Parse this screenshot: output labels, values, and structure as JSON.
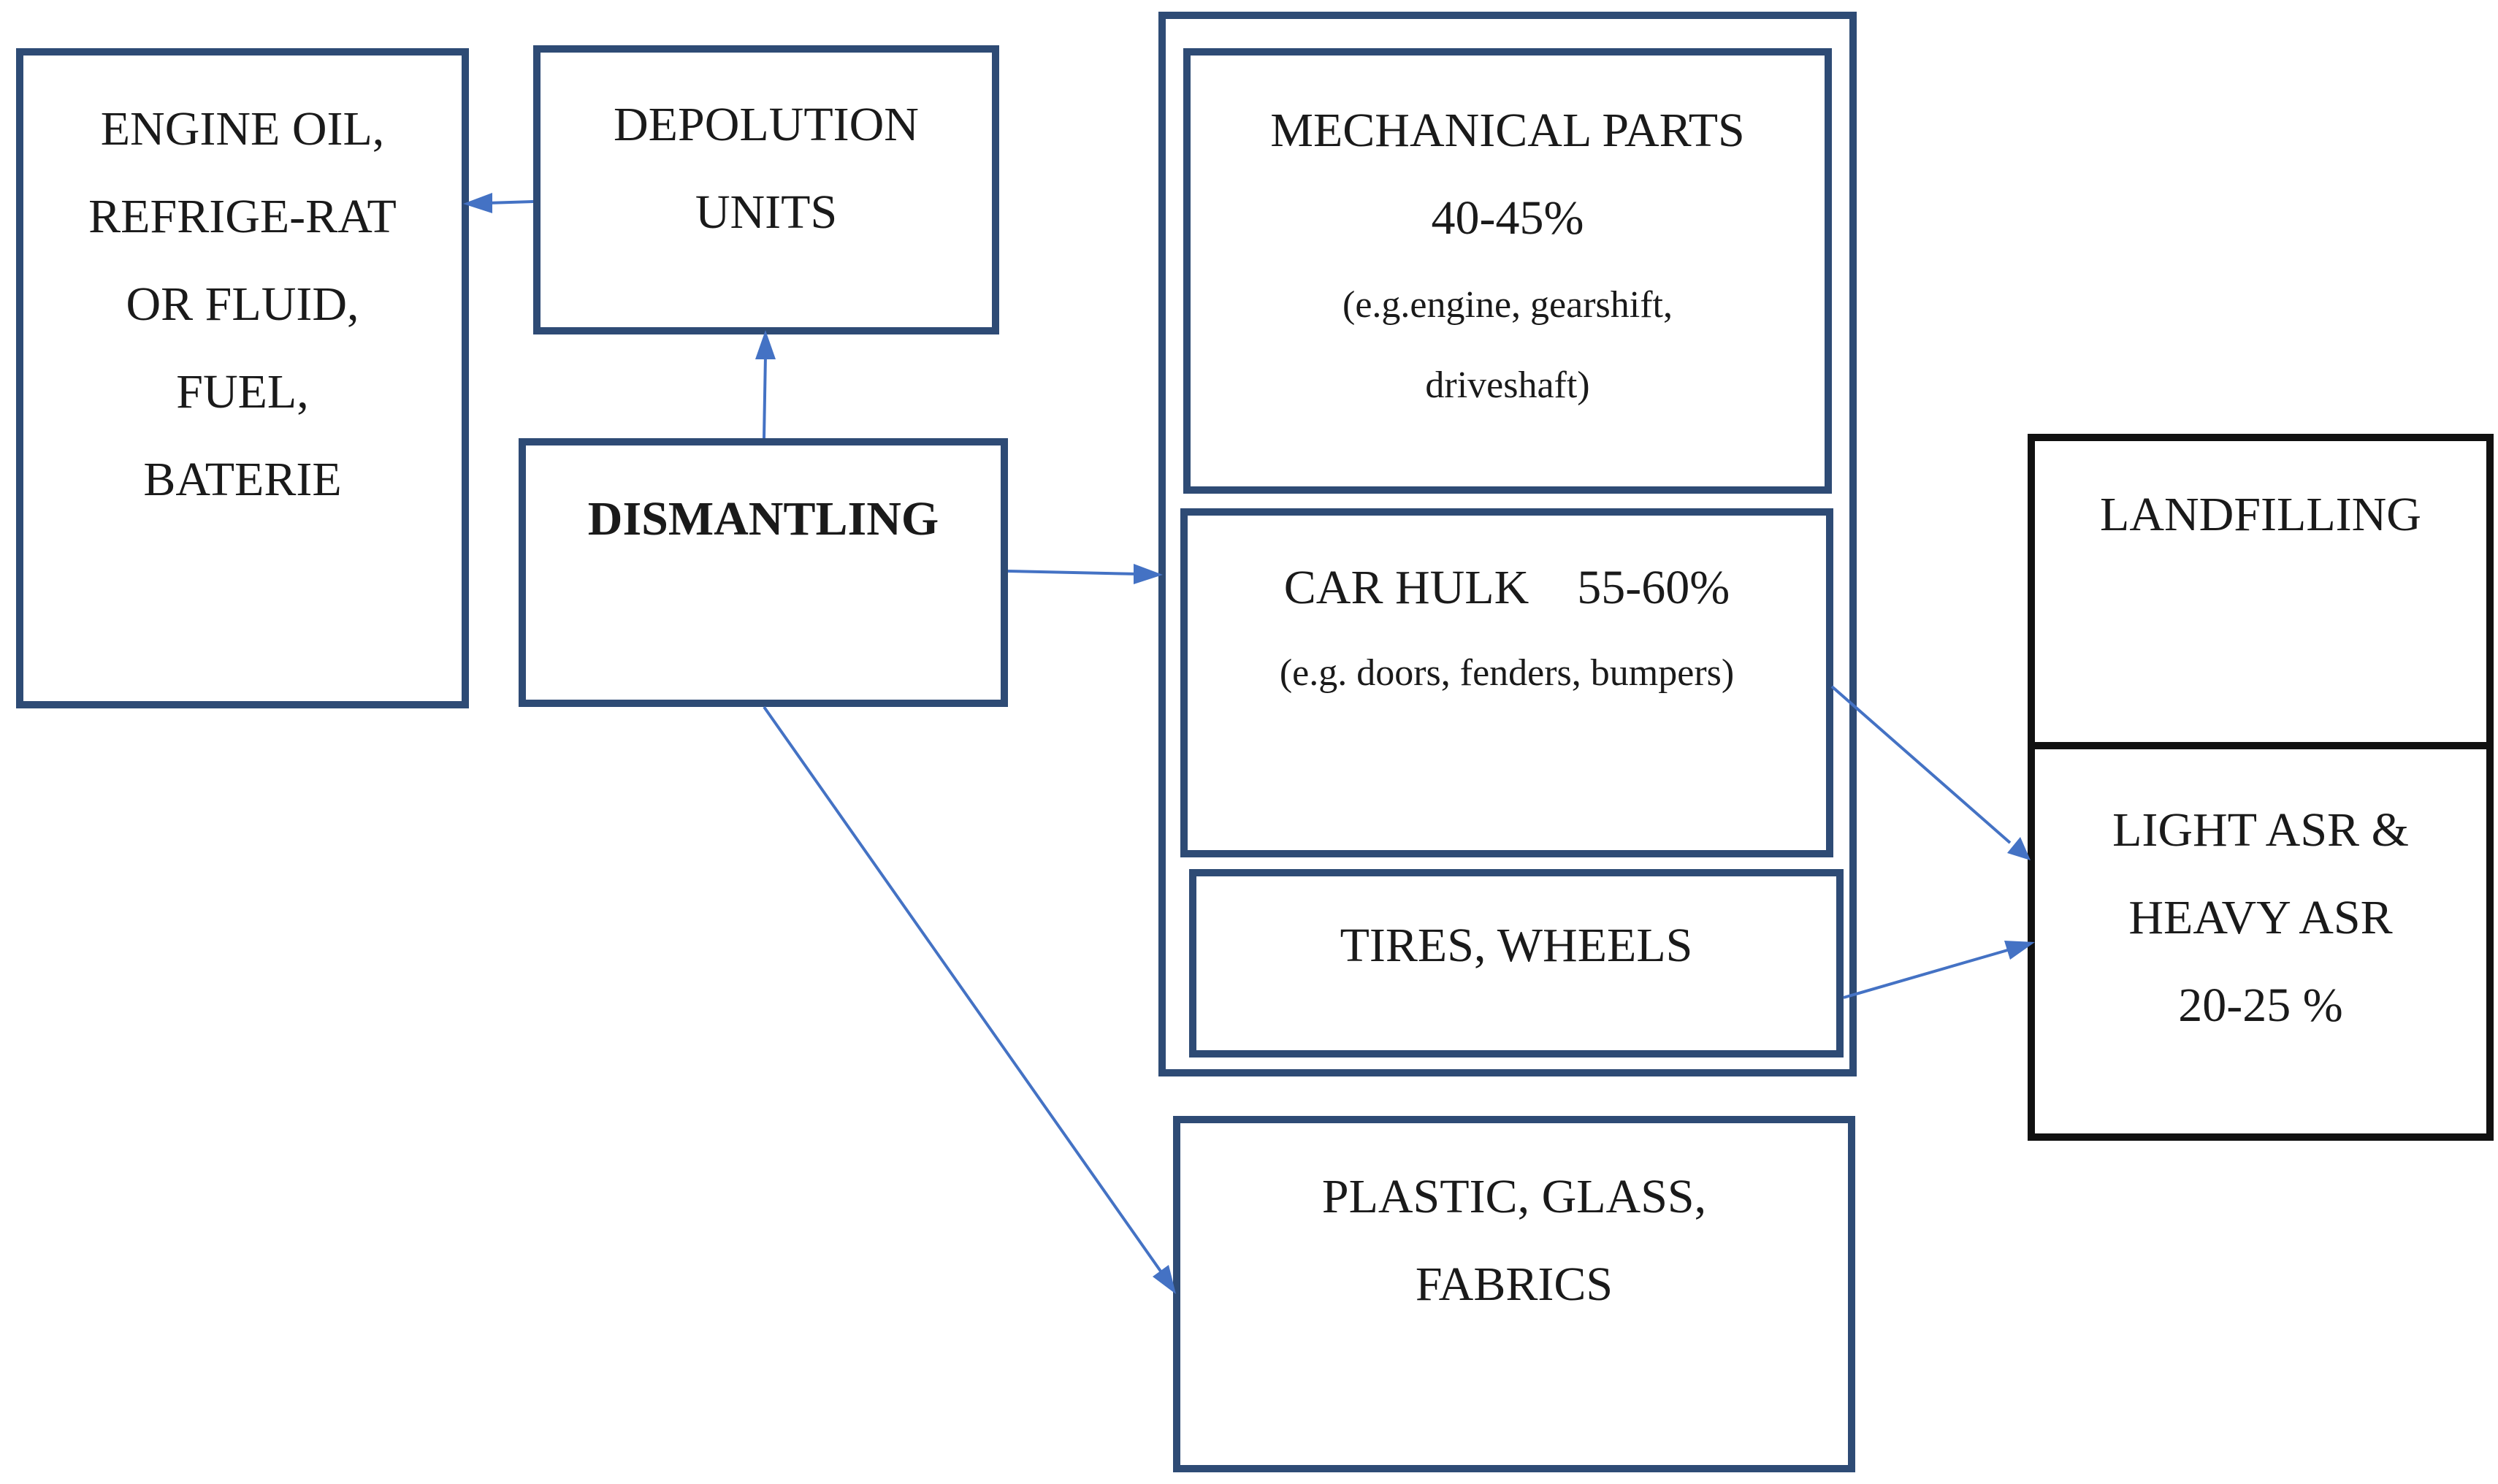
{
  "boxes": {
    "fluids": {
      "lines": [
        "ENGINE OIL,",
        "REFRIGE-RAT",
        "OR FLUID,",
        "FUEL,",
        "BATERIE"
      ]
    },
    "depolution": {
      "lines": [
        "DEPOLUTION",
        "UNITS"
      ]
    },
    "dismantling": {
      "label": "DISMANTLING"
    },
    "mechanical": {
      "title": "MECHANICAL PARTS",
      "percent": "40-45%",
      "example_1": "(e.g.engine, gearshift,",
      "example_2": "driveshaft)"
    },
    "car_hulk": {
      "title": "CAR HULK    55-60%",
      "example": "(e.g. doors, fenders, bumpers)"
    },
    "tires": {
      "label": "TIRES, WHEELS"
    },
    "plastic": {
      "lines": [
        "PLASTIC, GLASS,",
        "FABRICS"
      ]
    },
    "landfilling": {
      "label": "LANDFILLING"
    },
    "asr": {
      "lines": [
        "LIGHT ASR &",
        "HEAVY ASR",
        "20-25 %"
      ]
    }
  },
  "colors": {
    "box_border": "#2e4b75",
    "black_border": "#111111",
    "arrow": "#4472c4"
  }
}
